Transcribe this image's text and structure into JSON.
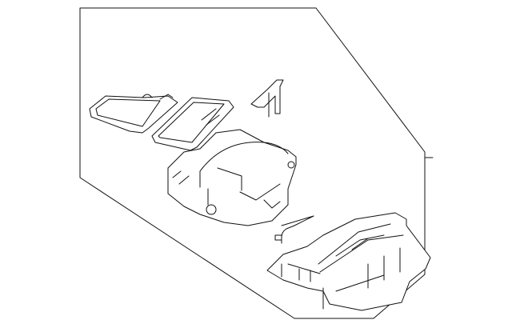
{
  "diagram": {
    "line_color": "#111111",
    "background": "#ffffff",
    "parts": [
      "filter-frame",
      "filter-tray",
      "bracket",
      "upper-housing",
      "sensor-wire",
      "lower-housing"
    ]
  }
}
